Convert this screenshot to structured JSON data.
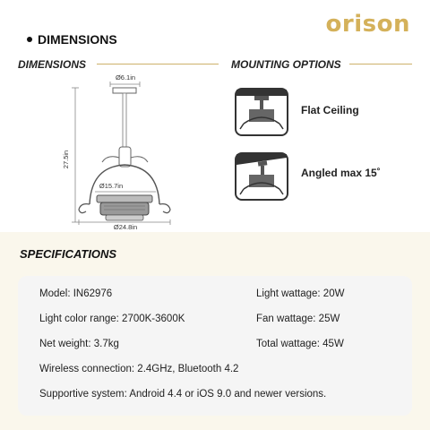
{
  "brand": "orison",
  "section_title": "DIMENSIONS",
  "dimensions": {
    "heading": "DIMENSIONS",
    "canopy_diameter": "Ø6.1in",
    "height": "27.5in",
    "inner_diameter": "Ø15.7in",
    "outer_diameter": "Ø24.8in"
  },
  "mounting": {
    "heading": "MOUNTING OPTIONS",
    "options": [
      {
        "label": "Flat Ceiling"
      },
      {
        "label": "Angled max 15˚"
      }
    ]
  },
  "specifications": {
    "heading": "SPECIFICATIONS",
    "model": "Model: IN62976",
    "light_wattage": "Light wattage: 20W",
    "light_color_range": "Light color range: 2700K-3600K",
    "fan_wattage": "Fan wattage: 25W",
    "net_weight": "Net weight: 3.7kg",
    "total_wattage": "Total wattage: 45W",
    "wireless": "Wireless connection: 2.4GHz, Bluetooth 4.2",
    "supportive": "Supportive system: Android 4.4 or iOS 9.0 and newer versions."
  },
  "colors": {
    "accent": "#d4b15a",
    "spec_band": "#faf7ec",
    "card": "#f5f5f5"
  }
}
